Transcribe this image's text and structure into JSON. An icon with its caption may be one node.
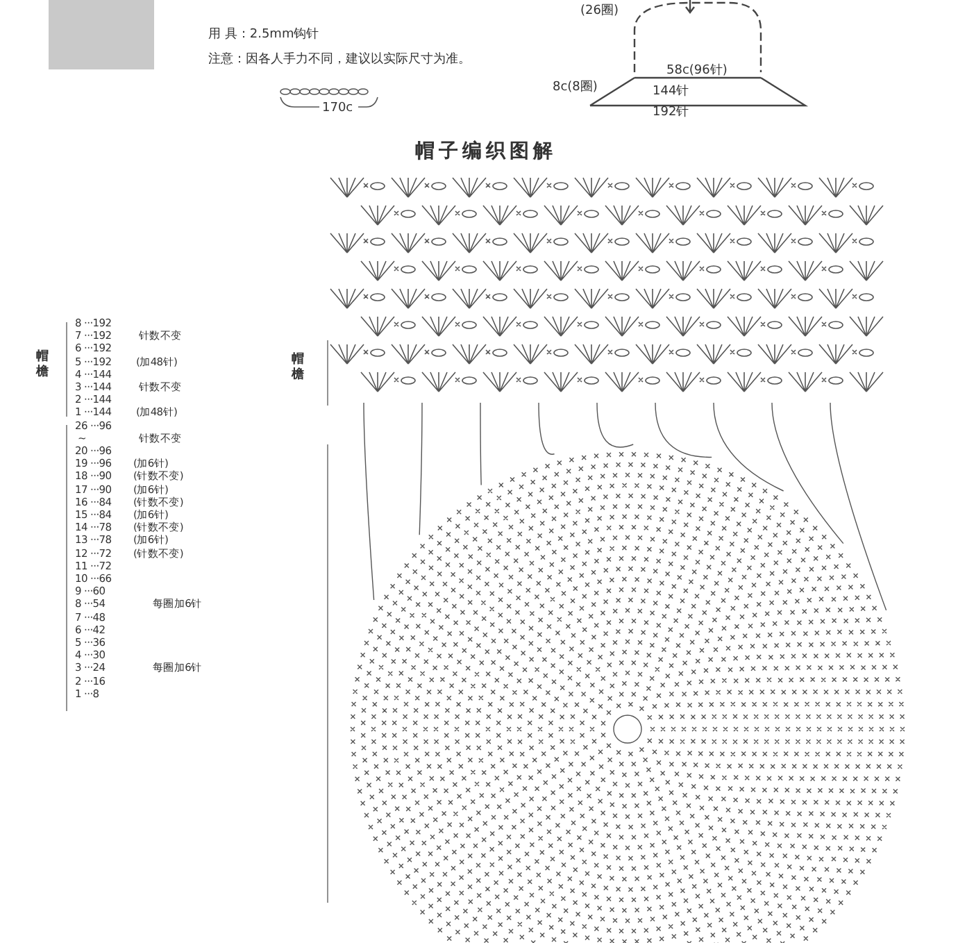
{
  "diagram": {
    "title": "帽子编织图解",
    "labels": [
      "用 具：2.5mm钩针",
      "注意：因各人手力不同，建议以实际尺寸为准。",
      "170c",
      "(26圈)",
      "58c(96针)",
      "8c(8圈)",
      "144针",
      "192针",
      "帽檐",
      "8 ···192",
      "7 ···192",
      "针数不变",
      "6 ···192",
      "5 ···192",
      "(加48针)",
      "4 ···144",
      "3 ···144",
      "针数不变",
      "2 ···144",
      "1 ···144",
      "(加48针)",
      "26 ···96",
      "~",
      "针数不变",
      "20 ···96",
      "19 ···96",
      "(加6针)",
      "18 ···90",
      "(针数不变)",
      "17 ···90",
      "(加6针)",
      "16 ···84",
      "(针数不变)",
      "15 ···84",
      "(加6针)",
      "14 ···78",
      "(针数不变)",
      "13 ···78",
      "(加6针)",
      "12 ···72",
      "(针数不变)",
      "11 ···72",
      "10 ···66",
      "9 ···60",
      "8 ···54",
      "每圈加6针",
      "7 ···48",
      "6 ···42",
      "5 ···36",
      "4 ···30",
      "3 ···24",
      "每圈加6针",
      "2 ···16",
      "1 ···8",
      "帽檐"
    ]
  }
}
